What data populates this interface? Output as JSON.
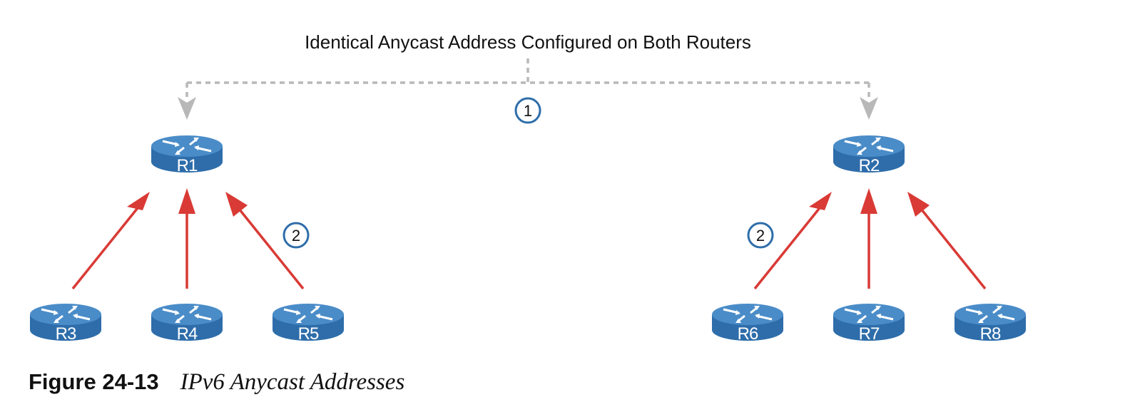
{
  "header_label": "Identical Anycast Address Configured on Both Routers",
  "markers": {
    "step1": "1",
    "step2_left": "2",
    "step2_right": "2"
  },
  "routers": {
    "r1": "R1",
    "r2": "R2",
    "r3": "R3",
    "r4": "R4",
    "r5": "R5",
    "r6": "R6",
    "r7": "R7",
    "r8": "R8"
  },
  "caption": {
    "number": "Figure 24-13",
    "title": "IPv6 Anycast Addresses"
  },
  "colors": {
    "router_body": "#2E6DAA",
    "router_top": "#4A8CC8",
    "arrow_red": "#D93A35",
    "dashed_gray": "#B8B8B8",
    "marker_blue": "#2E6DAA"
  },
  "icon": "router-icon"
}
